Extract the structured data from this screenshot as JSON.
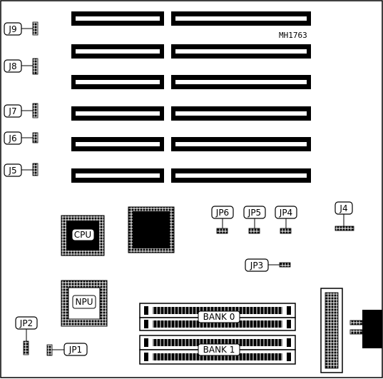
{
  "drawing_code": "MH1763",
  "connectors": [
    {
      "id": "j9",
      "label": "J9"
    },
    {
      "id": "j8",
      "label": "J8"
    },
    {
      "id": "j7",
      "label": "J7"
    },
    {
      "id": "j6",
      "label": "J6"
    },
    {
      "id": "j5",
      "label": "J5"
    },
    {
      "id": "j4",
      "label": "J4"
    }
  ],
  "jumpers": [
    {
      "id": "jp6",
      "label": "JP6"
    },
    {
      "id": "jp5",
      "label": "JP5"
    },
    {
      "id": "jp4",
      "label": "JP4"
    },
    {
      "id": "jp3",
      "label": "JP3"
    },
    {
      "id": "jp2",
      "label": "JP2"
    },
    {
      "id": "jp1",
      "label": "JP1"
    }
  ],
  "chips": {
    "cpu": "CPU",
    "npu": "NPU"
  },
  "memory_banks": [
    {
      "id": "bank0",
      "label": "BANK 0"
    },
    {
      "id": "bank1",
      "label": "BANK 1"
    }
  ],
  "colors": {
    "ink": "#000000",
    "paper": "#ffffff"
  }
}
